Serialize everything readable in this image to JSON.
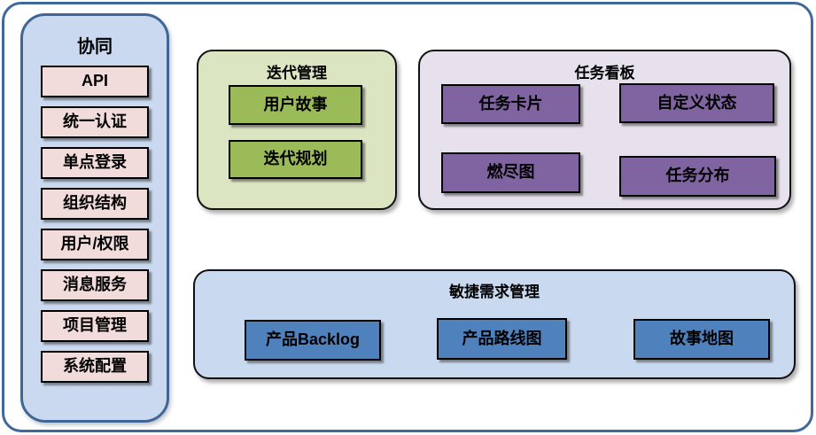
{
  "sidebar": {
    "title": "协同",
    "items": [
      "API",
      "统一认证",
      "单点登录",
      "组织结构",
      "用户/权限",
      "消息服务",
      "项目管理",
      "系统配置"
    ]
  },
  "groups": [
    {
      "title": "迭代管理",
      "items": [
        "用户故事",
        "迭代规划"
      ]
    },
    {
      "title": "任务看板",
      "items": [
        "任务卡片",
        "自定义状态",
        "燃尽图",
        "任务分布"
      ]
    },
    {
      "title": "敏捷需求管理",
      "items": [
        "产品Backlog",
        "产品路线图",
        "故事地图"
      ]
    }
  ],
  "colors": {
    "outer_border": "#41689A",
    "sidebar_fill": "#CAD9F0",
    "sidebar_border": "#3F6795",
    "sidebar_item_fill": "#F2DCDB",
    "iteration_group_fill": "#DBE5C2",
    "iteration_item_fill": "#9BBB59",
    "kanban_group_fill": "#E6E1EC",
    "kanban_item_fill": "#8064A2",
    "requirements_group_fill": "#C9D9F0",
    "requirements_item_fill": "#4F81BD",
    "item_border": "#000000",
    "text": "#000000"
  }
}
